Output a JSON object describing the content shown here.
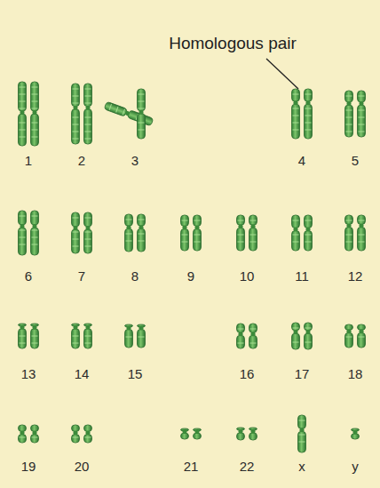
{
  "diagram": {
    "labels": [
      "Homologous pair",
      "1",
      "2",
      "3",
      "4",
      "5",
      "6",
      "7",
      "8",
      "9",
      "10",
      "11",
      "12",
      "13",
      "14",
      "15",
      "16",
      "17",
      "18",
      "19",
      "20",
      "21",
      "22",
      "x",
      "y"
    ]
  }
}
